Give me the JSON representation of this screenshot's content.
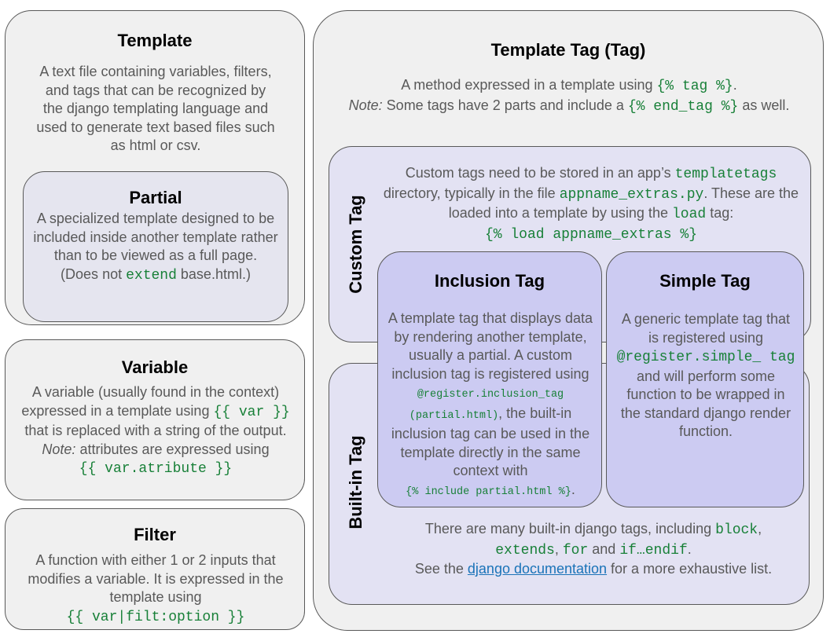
{
  "template": {
    "title": "Template",
    "description": "A text file containing variables, filters, and tags that can be recognized by the django templating language and used to generate text based files such as html or csv."
  },
  "partial": {
    "title": "Partial",
    "description": "A specialized template designed to be included inside another template rather than to be viewed as a full page.",
    "note_prefix": "(Does not ",
    "note_code": "extend",
    "note_suffix": " base.html.)"
  },
  "variable": {
    "title": "Variable",
    "text1": "A variable (usually found in the context) expressed in a template using ",
    "code1": "{{ var }}",
    "text2": " that is replaced with a string of the output.",
    "note_label": "Note:",
    "note_text": " attributes are expressed using",
    "code2": "{{ var.atribute }}"
  },
  "filter": {
    "title": "Filter",
    "text": "A function with either 1 or 2 inputs that modifies a variable. It is expressed in the template using",
    "code": "{{ var|filt:option }}"
  },
  "template_tag": {
    "title": "Template Tag (Tag)",
    "text1": "A method expressed in a template using ",
    "code1": "{% tag %}",
    "text1_end": ".",
    "note_label": "Note:",
    "text2": " Some tags have 2 parts and include a ",
    "code2": "{% end_tag %}",
    "text3": " as well."
  },
  "custom_tag": {
    "label": "Custom Tag",
    "t1": "Custom tags need to be stored in an app’s ",
    "c1": "templatetags",
    "t2": " directory, typically in the file ",
    "c2": "appname_extras.py",
    "t3": ". These are the loaded into a template by using the ",
    "c3": "load",
    "t4": " tag:",
    "c4": "{% load appname_extras %}"
  },
  "builtin_tag": {
    "label": "Built-in Tag",
    "t1": "There are many built-in django tags, including ",
    "c1": "block",
    "t2": ",",
    "c2": "extends",
    "t3": ", ",
    "c3": "for",
    "t4": " and ",
    "c4": "if…endif",
    "t5": ".",
    "t6": "See the ",
    "link": "django documentation",
    "t7": " for a more exhaustive list."
  },
  "inclusion_tag": {
    "title": "Inclusion Tag",
    "t1": "A template tag that displays data by rendering another template, usually a partial. A custom inclusion tag is registered using",
    "c1": "@register.inclusion_tag (partial.html)",
    "t2": ", the built-in inclusion tag can be used in the template directly in the same context with",
    "c2": "{% include partial.html %}",
    "t3": "."
  },
  "simple_tag": {
    "title": "Simple Tag",
    "t1": "A generic template tag that is registered using ",
    "c1": "@register.simple_ tag",
    "t2": " and  will perform some function to be wrapped in the standard django render function."
  },
  "colors": {
    "page_bg": "#ffffff",
    "box_bg": "#f0f0f0",
    "partial_bg": "#e5e5ef",
    "tag_area_bg": "#e3e2f3",
    "inner_tag_bg": "#cccbf2",
    "code": "#188038",
    "link": "#1a73b8",
    "border": "#595959",
    "body_text": "#595959",
    "title_text": "#000000"
  }
}
